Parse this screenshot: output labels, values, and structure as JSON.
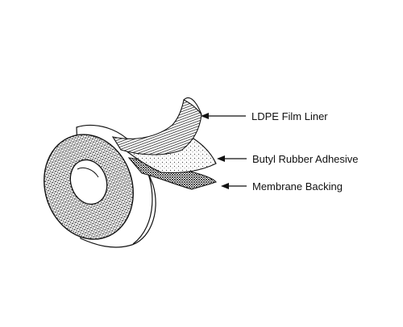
{
  "diagram": {
    "labels": {
      "liner": "LDPE Film Liner",
      "adhesive": "Butyl Rubber Adhesive",
      "backing": "Membrane Backing"
    },
    "colors": {
      "ink": "#111111",
      "paper": "#ffffff"
    }
  }
}
